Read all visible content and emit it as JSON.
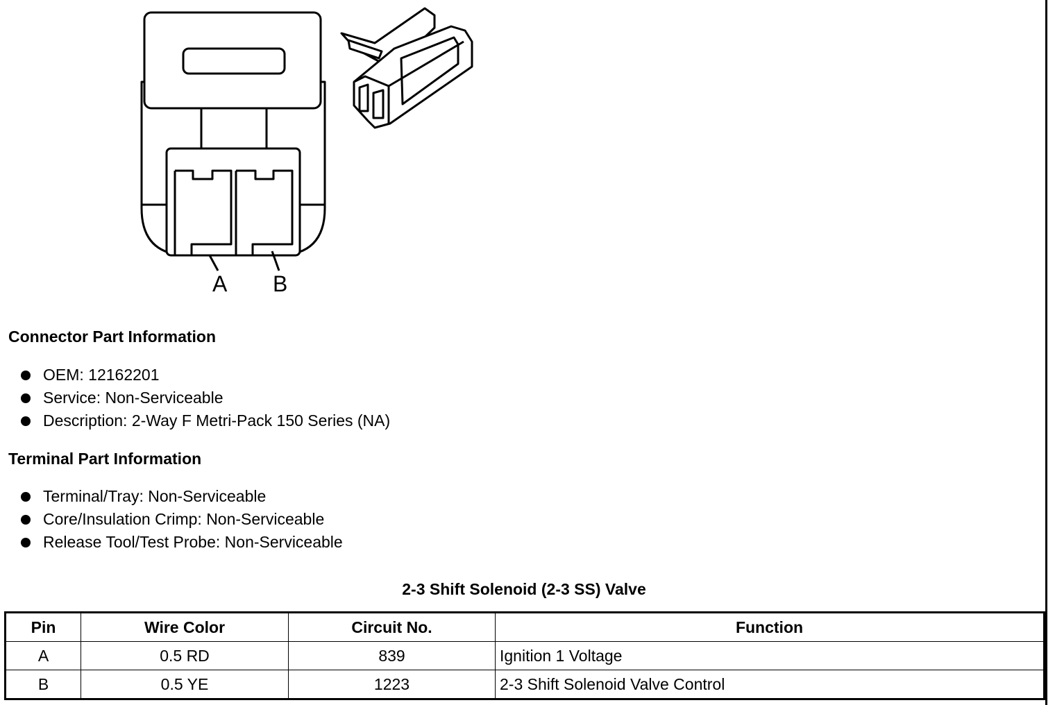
{
  "diagram": {
    "pin_labels": [
      "A",
      "B"
    ]
  },
  "connector_info": {
    "title": "Connector Part Information",
    "items": [
      "OEM: 12162201",
      "Service: Non-Serviceable",
      "Description: 2-Way F Metri-Pack 150 Series (NA)"
    ]
  },
  "terminal_info": {
    "title": "Terminal Part Information",
    "items": [
      "Terminal/Tray: Non-Serviceable",
      "Core/Insulation Crimp: Non-Serviceable",
      "Release Tool/Test Probe: Non-Serviceable"
    ]
  },
  "table": {
    "title": "2-3 Shift Solenoid (2-3 SS) Valve",
    "headers": [
      "Pin",
      "Wire Color",
      "Circuit No.",
      "Function"
    ],
    "rows": [
      [
        "A",
        "0.5 RD",
        "839",
        "Ignition 1 Voltage"
      ],
      [
        "B",
        "0.5 YE",
        "1223",
        "2-3 Shift Solenoid Valve Control"
      ]
    ]
  }
}
